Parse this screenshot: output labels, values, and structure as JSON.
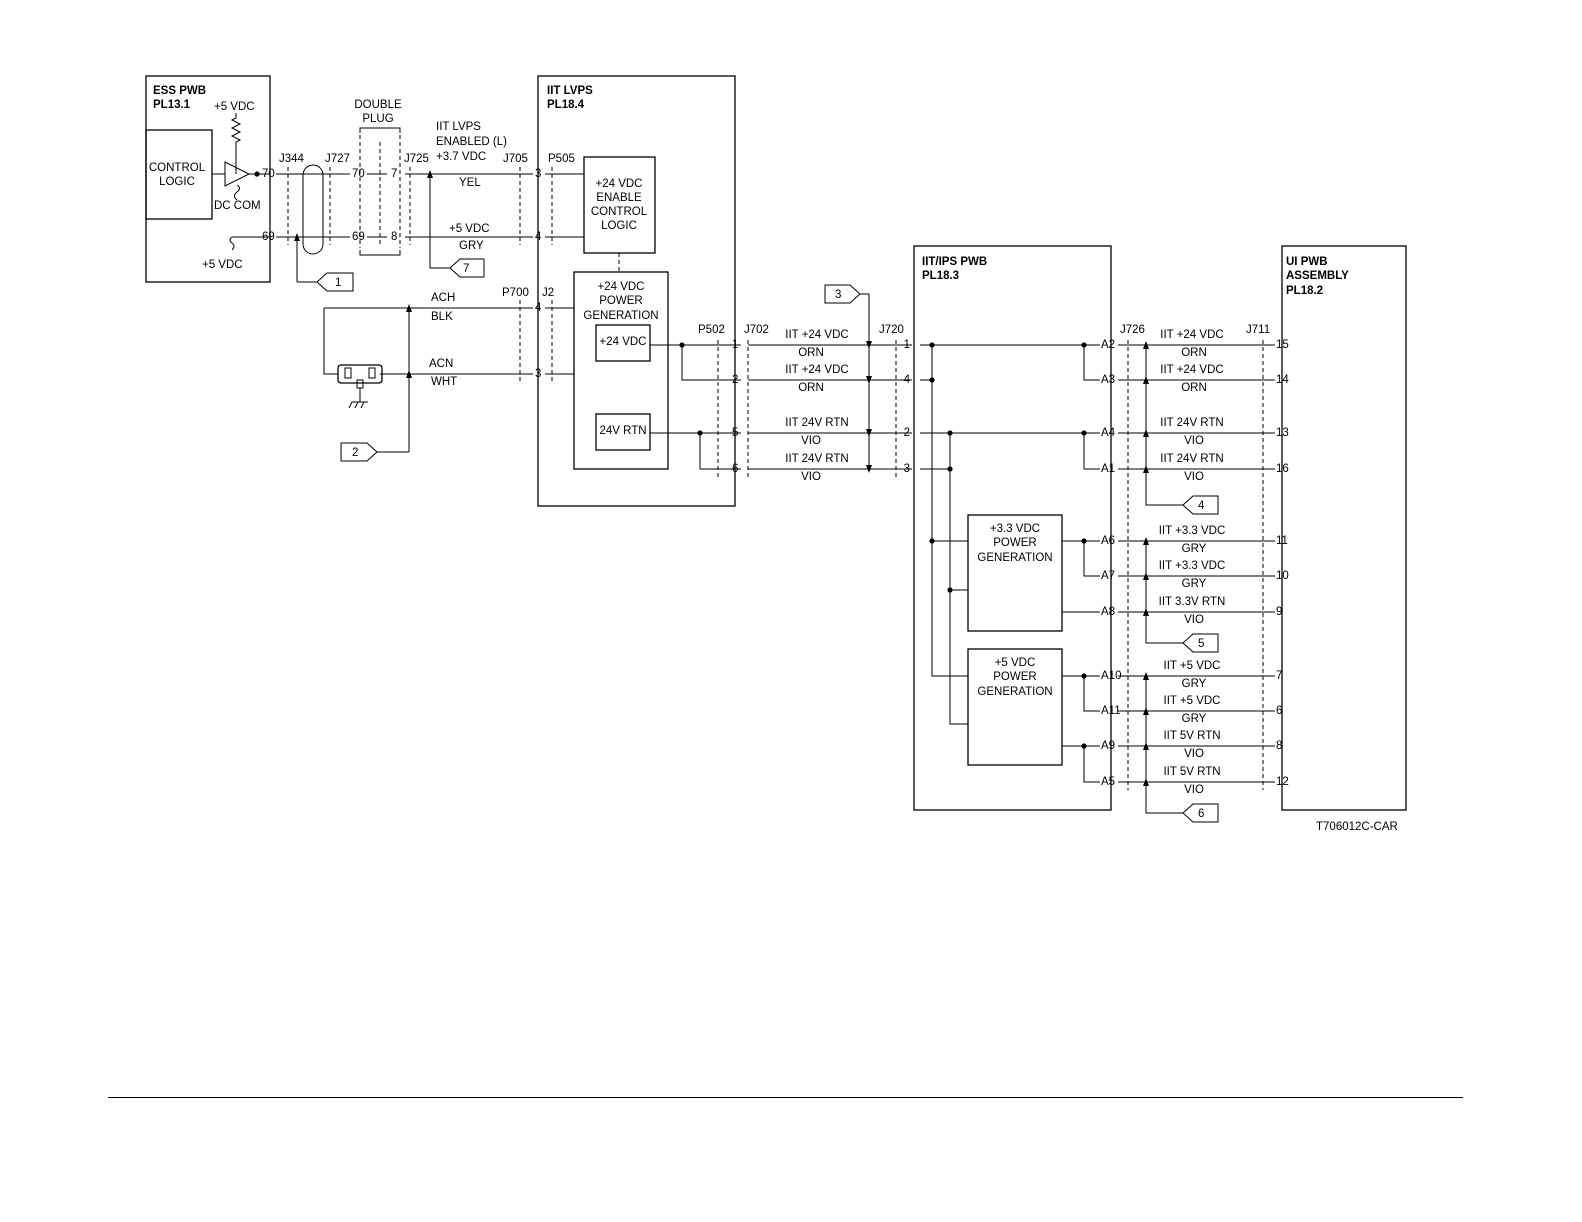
{
  "blocks": {
    "ess": {
      "title": "ESS PWB",
      "pl": "PL13.1",
      "logic": [
        "CONTROL",
        "LOGIC"
      ],
      "vdc_top": "+5 VDC",
      "dc_com": "DC COM",
      "vdc_bottom": "+5 VDC"
    },
    "lvps": {
      "title": "IIT LVPS",
      "pl": "PL18.4",
      "enable": [
        "+24 VDC",
        "ENABLE",
        "CONTROL",
        "LOGIC"
      ],
      "power": [
        "+24 VDC",
        "POWER",
        "GENERATION"
      ],
      "out_24v": "+24 VDC",
      "out_rtn": "24V RTN"
    },
    "ips": {
      "title": "IIT/IPS PWB",
      "pl": "PL18.3",
      "gen33": [
        "+3.3 VDC",
        "POWER",
        "GENERATION"
      ],
      "gen5": [
        "+5 VDC",
        "POWER",
        "GENERATION"
      ]
    },
    "ui": {
      "title": "UI PWB",
      "subtitle": "ASSEMBLY",
      "pl": "PL18.2"
    }
  },
  "double_plug": [
    "DOUBLE",
    "PLUG"
  ],
  "signal": {
    "name": [
      "IIT LVPS",
      "ENABLED (L)"
    ],
    "voltage": "+3.7 VDC",
    "wire_top": "YEL",
    "vdc_label": "+5 VDC",
    "wire_bottom": "GRY"
  },
  "connectors": {
    "j344": "J344",
    "j727": "J727",
    "j725": "J725",
    "j705": "J705",
    "p505": "P505",
    "p700": "P700",
    "j2": "J2",
    "p502": "P502",
    "j702": "J702",
    "j720": "J720",
    "j726": "J726",
    "j711": "J711"
  },
  "pins": {
    "ess_70": "70",
    "ess_69": "69",
    "j727_70": "70",
    "j727_69": "69",
    "j725_7": "7",
    "j725_8": "8",
    "j705_3": "3",
    "j705_4": "4",
    "j2_4": "4",
    "j2_3": "3",
    "j702": [
      "1",
      "2",
      "5",
      "6"
    ],
    "j720": [
      "1",
      "4",
      "2",
      "3"
    ],
    "j726": [
      "A2",
      "A3",
      "A4",
      "A1",
      "A6",
      "A7",
      "A8",
      "A10",
      "A11",
      "A9",
      "A5"
    ],
    "j711": [
      "15",
      "14",
      "13",
      "16",
      "11",
      "10",
      "9",
      "7",
      "6",
      "8",
      "12"
    ]
  },
  "ac": {
    "ach": "ACH",
    "blk": "BLK",
    "acn": "ACN",
    "wht": "WHT"
  },
  "lvps_lines": [
    {
      "signal": "IIT +24 VDC",
      "color": "ORN"
    },
    {
      "signal": "IIT +24 VDC",
      "color": "ORN"
    },
    {
      "signal": "IIT 24V RTN",
      "color": "VIO"
    },
    {
      "signal": "IIT 24V RTN",
      "color": "VIO"
    }
  ],
  "ui_lines": [
    {
      "signal": "IIT +24 VDC",
      "color": "ORN"
    },
    {
      "signal": "IIT +24 VDC",
      "color": "ORN"
    },
    {
      "signal": "IIT 24V RTN",
      "color": "VIO"
    },
    {
      "signal": "IIT 24V RTN",
      "color": "VIO"
    },
    {
      "signal": "IIT +3.3 VDC",
      "color": "GRY"
    },
    {
      "signal": "IIT +3.3 VDC",
      "color": "GRY"
    },
    {
      "signal": "IIT 3.3V RTN",
      "color": "VIO"
    },
    {
      "signal": "IIT +5 VDC",
      "color": "GRY"
    },
    {
      "signal": "IIT +5 VDC",
      "color": "GRY"
    },
    {
      "signal": "IIT 5V RTN",
      "color": "VIO"
    },
    {
      "signal": "IIT 5V RTN",
      "color": "VIO"
    }
  ],
  "test_points": [
    "1",
    "2",
    "3",
    "4",
    "5",
    "6",
    "7"
  ],
  "figure_id": "T706012C-CAR"
}
